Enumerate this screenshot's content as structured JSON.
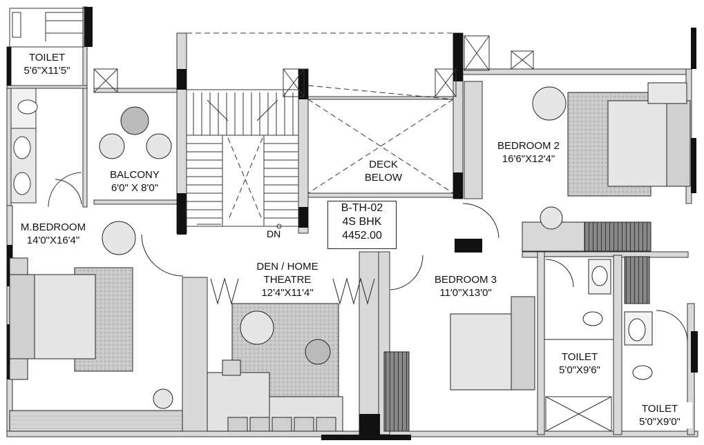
{
  "unit": {
    "code": "B-TH-02",
    "type": "4S BHK",
    "area": "4452.00"
  },
  "stair_label": "DN",
  "rooms": {
    "toilet_1": {
      "name": "TOILET",
      "dims": "5'6\"X11'5\""
    },
    "balcony": {
      "name": "BALCONY",
      "dims": "6'0\" X 8'0\""
    },
    "deck": {
      "name": "DECK",
      "dims": "BELOW"
    },
    "bedroom_2": {
      "name": "BEDROOM 2",
      "dims": "16'6\"X12'4\""
    },
    "master_bedroom": {
      "name": "M.BEDROOM",
      "dims": "14'0\"X16'4\""
    },
    "den": {
      "name": "DEN / HOME",
      "dims": "THEATRE",
      "extra": "12'4\"X11'4\""
    },
    "bedroom_3": {
      "name": "BEDROOM 3",
      "dims": "11'0\"X13'0\""
    },
    "toilet_2": {
      "name": "TOILET",
      "dims": "5'0\"X9'6\""
    },
    "toilet_3": {
      "name": "TOILET",
      "dims": "5'0\"X9'0\""
    }
  },
  "colors": {
    "wall": "#111111",
    "wall_fill": "#d9d9d9",
    "floor_pattern": "#bdbdbd",
    "furniture": "#e3e3e3"
  }
}
